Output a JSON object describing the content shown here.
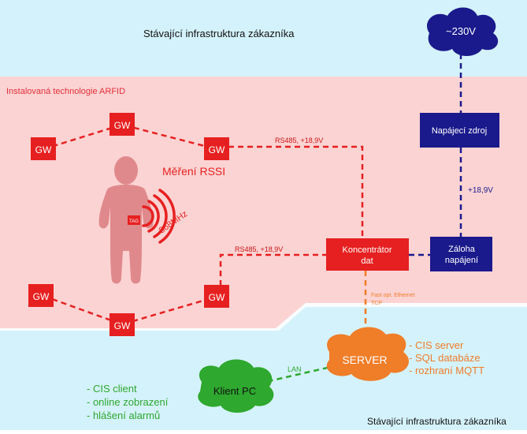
{
  "zones": {
    "top_title": "Stávající infrastruktura zákazníka",
    "mid_title": "Instalovaná technologie ARFID",
    "bottom_title": "Stávající infrastruktura zákazníka"
  },
  "power": {
    "cloud_label": "~230V",
    "supply_line1": "Napájecí zdroj",
    "voltage_label": "+18,9V",
    "backup_line1": "Záloha",
    "backup_line2": "napájení"
  },
  "gateways": {
    "gw_label": "GW"
  },
  "rssi": {
    "title": "Měření RSSI",
    "tag": "TAG",
    "freq": "868MHz"
  },
  "links": {
    "rs485_top": "RS485, +18,9V",
    "rs485_bottom": "RS485, +18,9V",
    "fast_line1": "Fast opt. Ethernet",
    "fast_line2": "TCP",
    "lan": "LAN"
  },
  "concentrator": {
    "line1": "Koncentrátor",
    "line2": "dat"
  },
  "server": {
    "label": "SERVER",
    "features": [
      "- CIS server",
      "- SQL databáze",
      "- rozhraní MQTT"
    ]
  },
  "client": {
    "label": "Klient PC",
    "features": [
      "- CIS client",
      "- online zobrazení",
      "- hlášení alarmů"
    ]
  },
  "colors": {
    "sky": "#d2f2fb",
    "pink": "#fcd4d4",
    "red": "#e62020",
    "navy": "#1a1a8c",
    "orange": "#f07d28",
    "green": "#2ea82e",
    "body": "#e0898c"
  }
}
